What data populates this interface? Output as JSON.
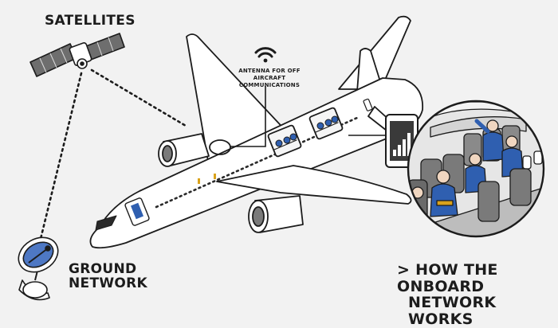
{
  "labels": {
    "satellites": "SATELLITES",
    "antenna_line1": "ANTENNA FOR OFF AIRCRAFT",
    "antenna_line2": "COMMUNICATIONS",
    "ground_line1": "GROUND",
    "ground_line2": "NETWORK",
    "how_line1": "> HOW THE ONBOARD",
    "how_line2": "NETWORK WORKS"
  },
  "colors": {
    "background": "#f2f2f2",
    "outline": "#1c1c1c",
    "aircraft_body": "#ffffff",
    "passenger_blue": "#2f5fb0",
    "cabin_grey": "#8a8a8a",
    "screen_dark": "#3a3a3a"
  },
  "icons": {
    "satellite": "satellite-icon",
    "wifi": "wifi-icon",
    "ground_dish": "satellite-dish-icon",
    "phone": "mobile-phone-icon"
  }
}
